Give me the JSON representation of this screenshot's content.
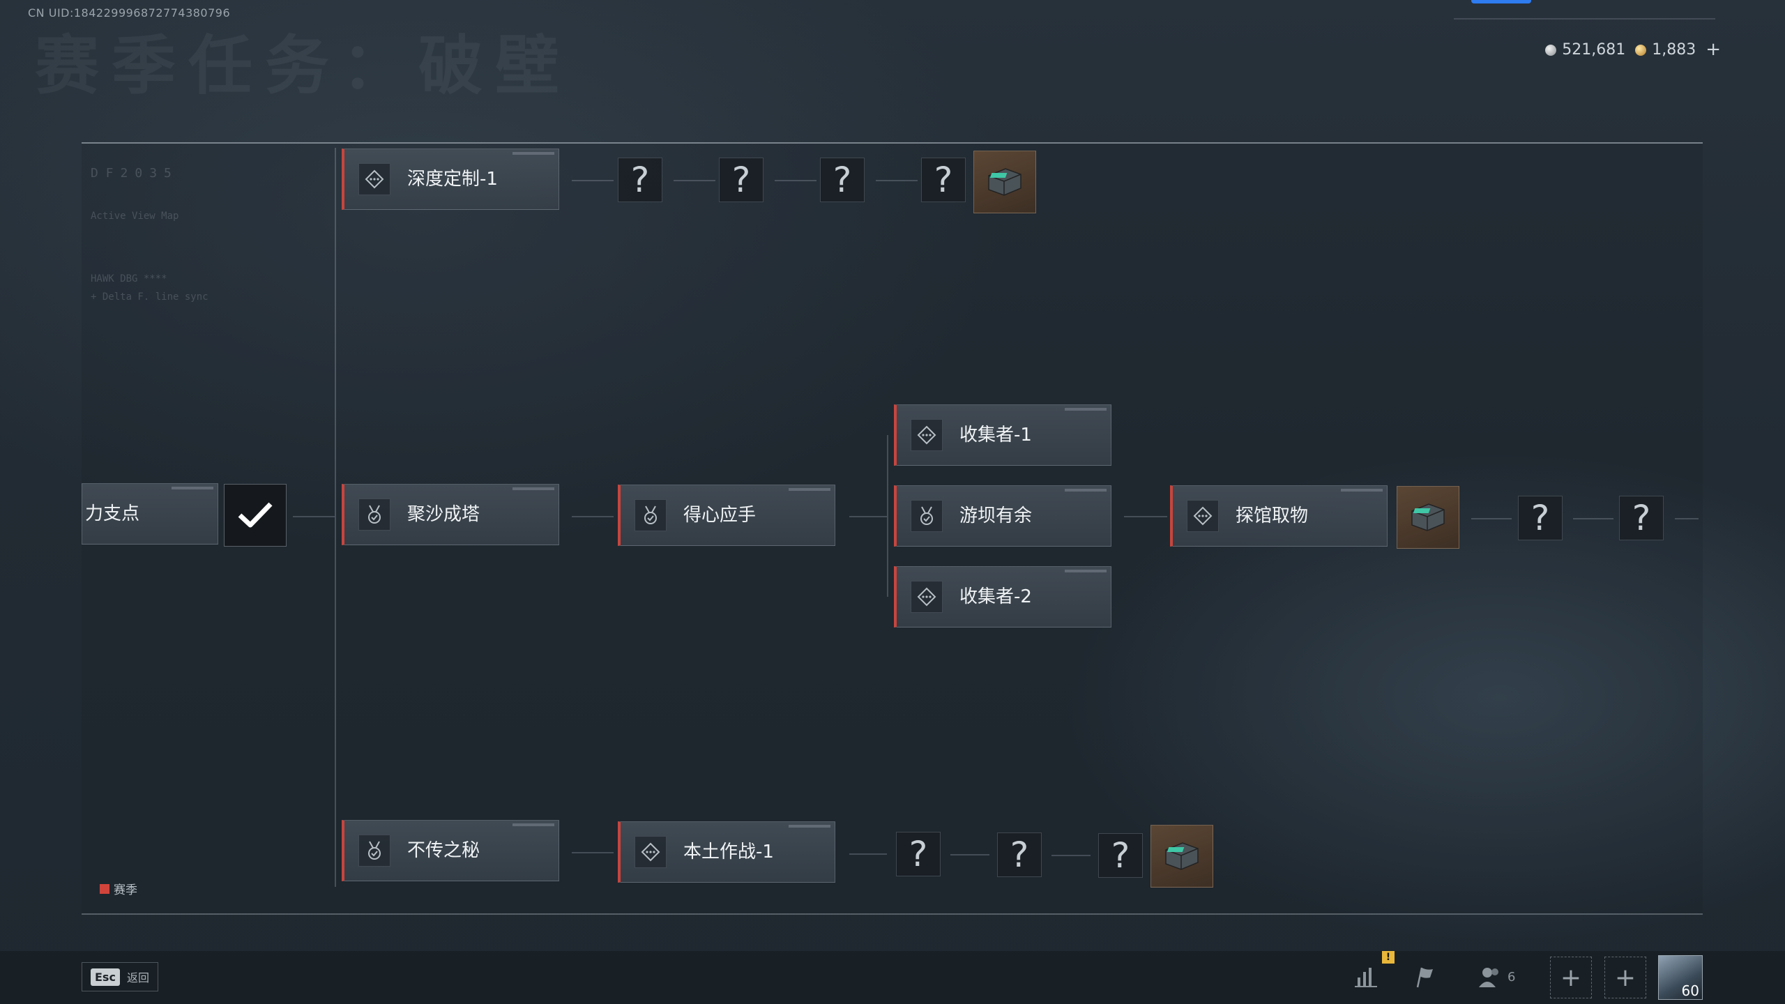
{
  "header": {
    "uid": "CN UID:184229996872774380796",
    "title": "赛季任务：破壁"
  },
  "currency": {
    "silver": "521,681",
    "gold": "1,883",
    "add_label": "+"
  },
  "tree": {
    "partial_node_label": "力支点",
    "row1": {
      "node1": "深度定制-1",
      "locked_label": "?"
    },
    "row2": {
      "node1": "聚沙成塔",
      "node2": "得心应手",
      "branch_top": "收集者-1",
      "branch_mid": "游坝有余",
      "branch_bot": "收集者-2",
      "node4": "探馆取物"
    },
    "row3": {
      "node1": "不传之秘",
      "node2": "本土作战-1"
    },
    "deco": [
      "Active View Map",
      "HAWK DBG ****",
      "+ Delta F. line sync"
    ],
    "deco_tabs": [
      "D F",
      "2",
      "0",
      "3",
      "5"
    ]
  },
  "legend": {
    "label": "赛季",
    "color": "#d0443b"
  },
  "footer": {
    "esc_key": "Esc",
    "back_label": "返回",
    "friends_count": "6",
    "warn_badge": "!",
    "level": "60"
  },
  "colors": {
    "accent_red": "#c8453d",
    "accent_blue": "#2e7cf0"
  }
}
